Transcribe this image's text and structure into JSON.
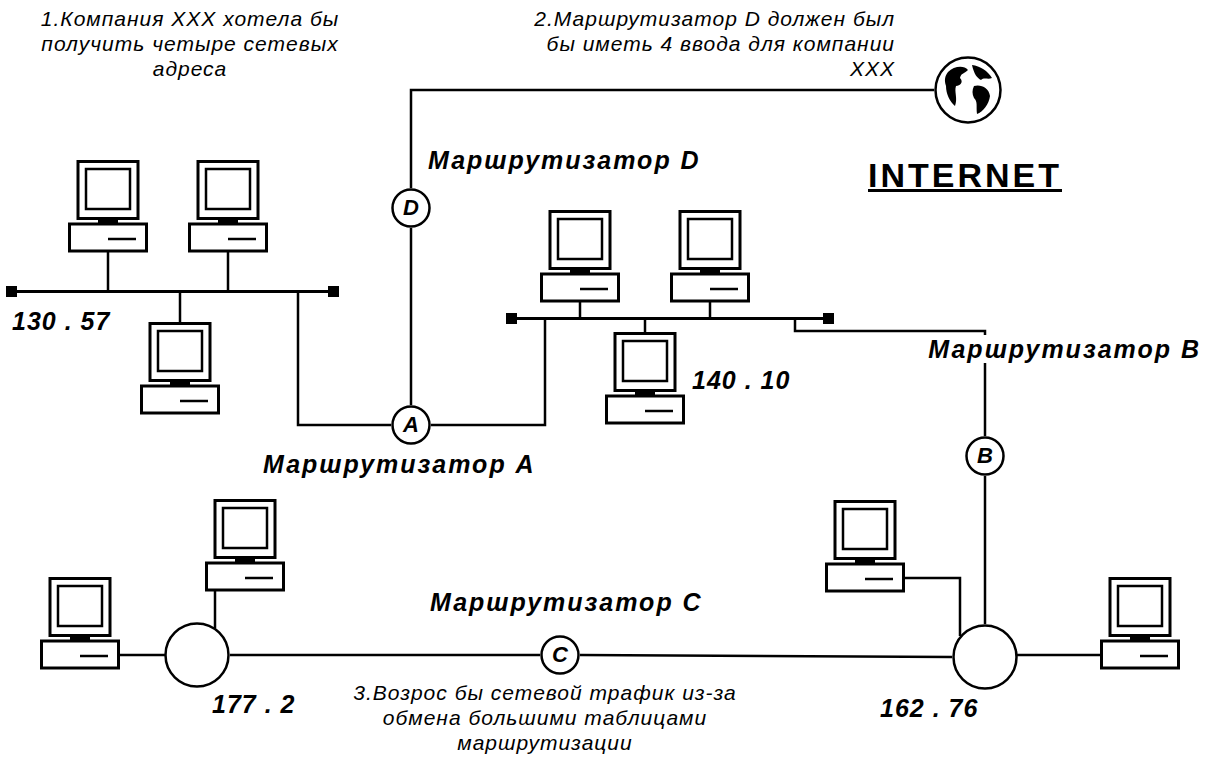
{
  "diagram": {
    "nodes": [
      {
        "text": [
          "INTERNET"
        ]
      },
      {
        "text": [
          "D"
        ]
      },
      {
        "text": [
          "130 . 57"
        ]
      },
      {
        "text": [
          "140 . 10"
        ]
      },
      {
        "text": [
          "A"
        ]
      },
      {
        "text": [
          "B"
        ]
      },
      {
        "text": [
          "177 . 2"
        ]
      },
      {
        "text": [
          "C"
        ]
      },
      {
        "text": [
          "162 . 76"
        ]
      }
    ],
    "edges": [
      {
        "from": 1,
        "to": 0,
        "arrow": "none"
      },
      {
        "from": 1,
        "to": 4,
        "arrow": "none"
      },
      {
        "from": 4,
        "to": 2,
        "arrow": "none"
      },
      {
        "from": 4,
        "to": 3,
        "arrow": "none"
      },
      {
        "from": 5,
        "to": 3,
        "arrow": "none"
      },
      {
        "from": 5,
        "to": 8,
        "arrow": "none"
      },
      {
        "from": 7,
        "to": 6,
        "arrow": "none"
      },
      {
        "from": 7,
        "to": 8,
        "arrow": "none"
      }
    ],
    "labels": [
      "1.Компания XXX хотела бы получить четыре сетевых адреса",
      "2.Маршрутизатор D должен был бы иметь 4 ввода для компании XXX",
      "Маршрутизатор D",
      "Маршрутизатор A",
      "Маршрутизатор B",
      "Маршрутизатор C",
      "3.Возрос бы сетевой трафик из-за обмена большими таблицами маршрутизации"
    ]
  }
}
